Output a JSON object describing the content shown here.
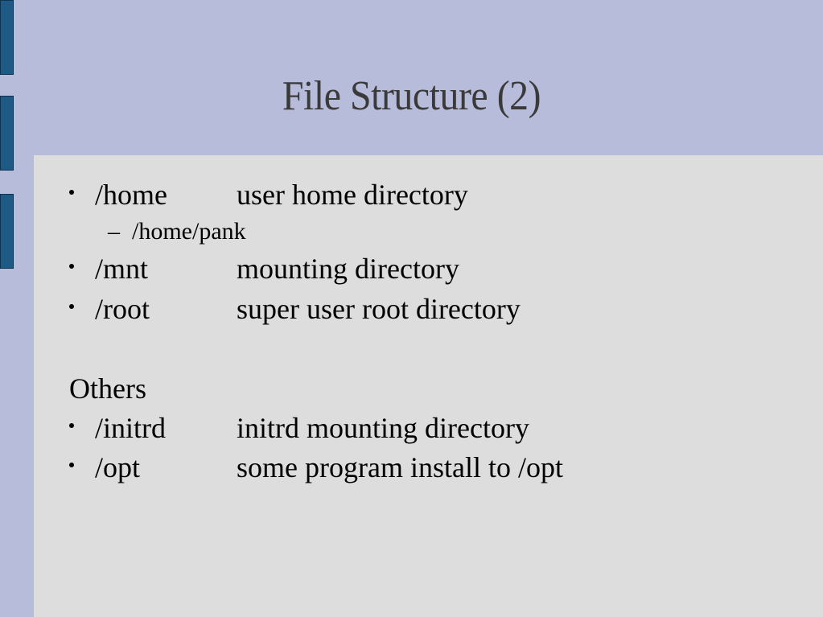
{
  "slide": {
    "title": "File Structure (2)",
    "items": [
      {
        "path": "/home",
        "desc": "user home directory"
      },
      {
        "path": "/mnt",
        "desc": "mounting directory"
      },
      {
        "path": "/root",
        "desc": "super user root directory"
      }
    ],
    "subitem": {
      "dash": "–",
      "text": "/home/pank"
    },
    "others_heading": "Others",
    "others": [
      {
        "path": "/initrd",
        "desc": "initrd mounting directory"
      },
      {
        "path": "/opt",
        "desc": "some program install to /opt"
      }
    ]
  },
  "colors": {
    "background": "#b8bcdb",
    "content_panel": "#dddddd",
    "accent_bar": "#1d5a86",
    "title_text": "#3a3a3a"
  }
}
